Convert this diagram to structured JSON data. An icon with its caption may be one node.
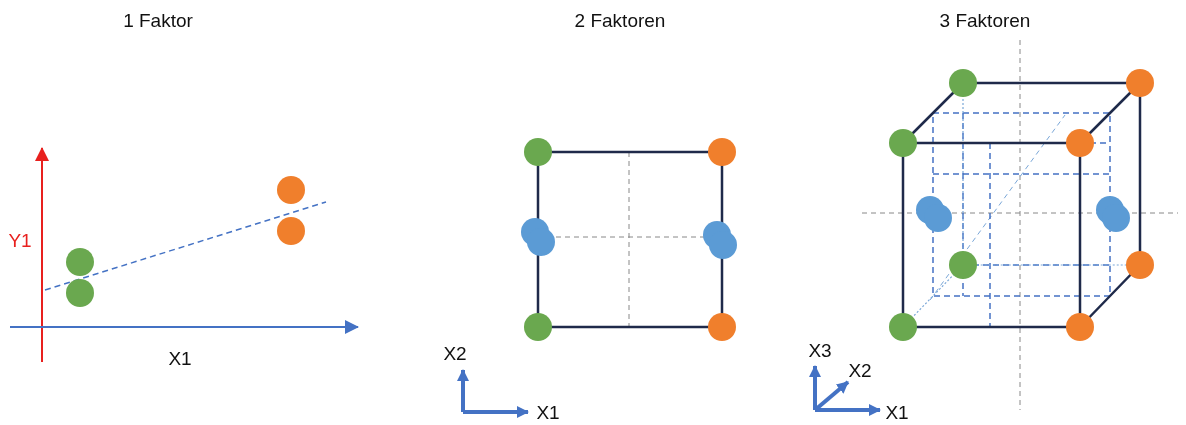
{
  "diagram": {
    "labels": [
      "1 Faktor",
      "2 Faktoren",
      "3 Faktoren",
      "Y1",
      "X1",
      "X2",
      "X1",
      "X3",
      "X2",
      "X1"
    ]
  }
}
